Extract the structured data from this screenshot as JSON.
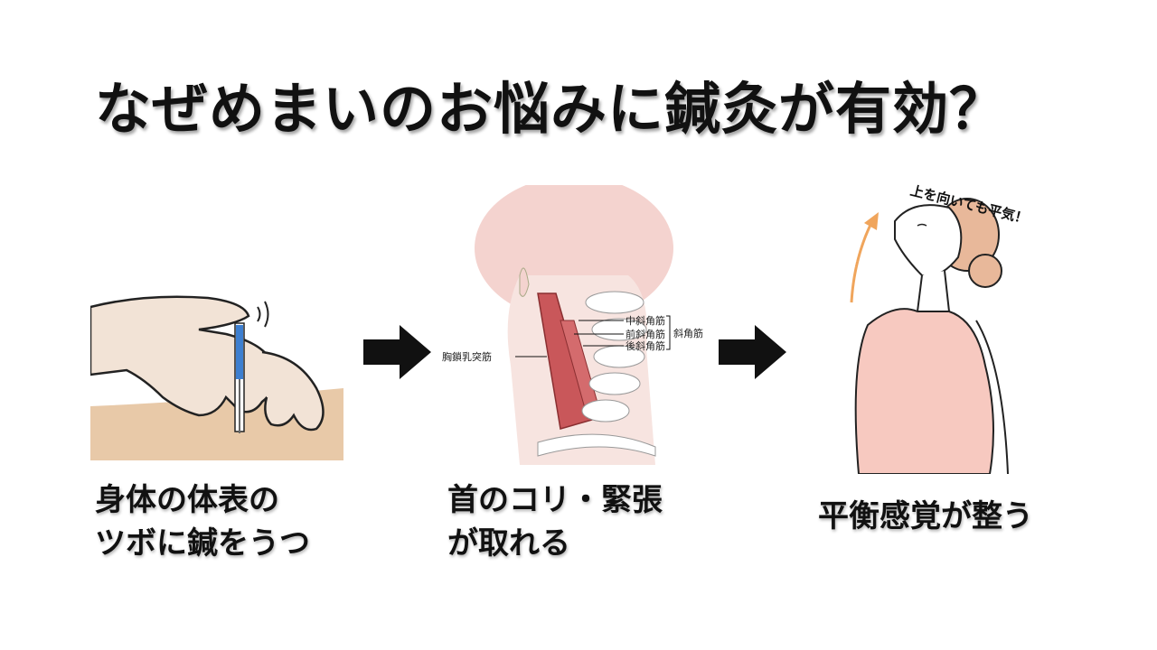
{
  "title": "なぜめまいのお悩みに鍼灸が有効？",
  "steps": [
    {
      "caption_line1": "身体の体表の",
      "caption_line2": "ツボに鍼をうつ"
    },
    {
      "caption_line1": "首のコリ・緊張",
      "caption_line2": "が取れる"
    },
    {
      "caption_line1": "平衡感覚が整う"
    }
  ],
  "muscles": {
    "scm": "胸鎖乳突筋",
    "middle_scalene": "中斜角筋",
    "anterior_scalene": "前斜角筋",
    "posterior_scalene": "後斜角筋",
    "scalenes": "斜角筋"
  },
  "note": "上を向いても平気！",
  "colors": {
    "skin": "#f2e3d6",
    "body": "#e8c9a8",
    "muscle": "#c9575a",
    "head_pink": "#f4d3cf",
    "tank_top": "#f7c9c0",
    "hair": "#e8b89a",
    "needle_blue": "#3d7fd0",
    "arrow_orange": "#f0a55c"
  }
}
